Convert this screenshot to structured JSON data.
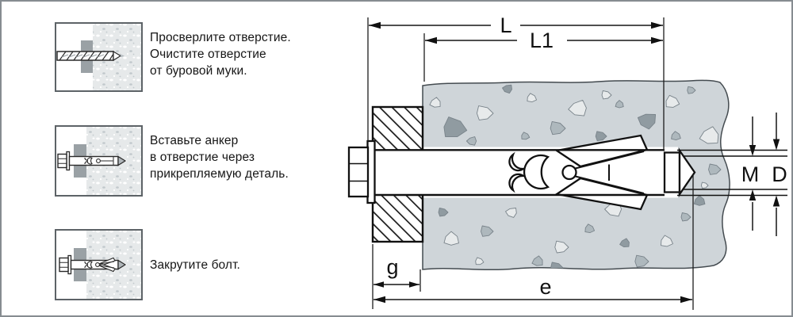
{
  "steps": [
    {
      "lines": [
        "Просверлите отверстие.",
        "Очистите отверстие",
        "от буровой муки."
      ]
    },
    {
      "lines": [
        "Вставьте анкер",
        "в отверстие через",
        "прикрепляемую деталь."
      ]
    },
    {
      "lines": [
        "Закрутите болт."
      ]
    }
  ],
  "diagram": {
    "labels": {
      "overall_length": "L",
      "body_length": "L1",
      "thread_diameter": "M",
      "drill_diameter": "D",
      "grip_thickness": "g",
      "embedment_depth": "e"
    }
  },
  "colors": {
    "concrete_fill": "#cfd5d9",
    "aggregate_dark": "#909ba1",
    "aggregate_mid": "#aeb8bd",
    "aggregate_light": "#e7eaeb",
    "plate_gray": "#9aa1a5",
    "panel_concrete": "#e6e9ea",
    "line": "#141414"
  }
}
